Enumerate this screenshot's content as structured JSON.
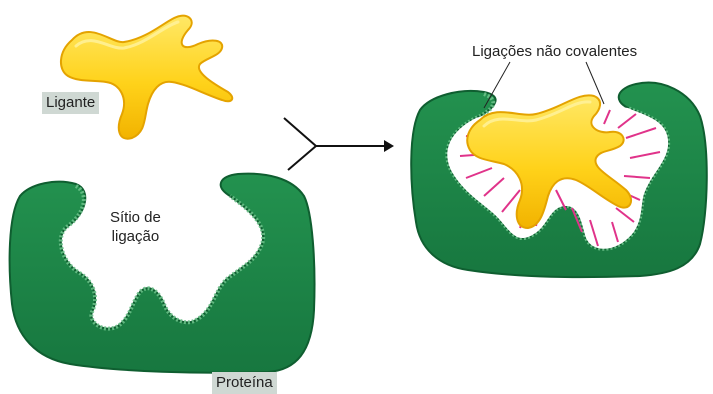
{
  "labels": {
    "ligand": "Ligante",
    "binding_site_line1": "Sítio de",
    "binding_site_line2": "ligação",
    "protein": "Proteína",
    "noncovalent_bonds": "Ligações não covalentes"
  },
  "colors": {
    "protein_fill": "#1e8a4c",
    "protein_dark": "#146b38",
    "protein_rim": "#5fb67f",
    "ligand_fill": "#ffd21a",
    "ligand_highlight": "#ffe866",
    "ligand_shadow": "#e8a400",
    "bond": "#e0338a",
    "label_bg": "#cfd8d3",
    "arrow": "#111111"
  },
  "icons": {
    "reaction_arrow": "merge-arrow-icon"
  }
}
